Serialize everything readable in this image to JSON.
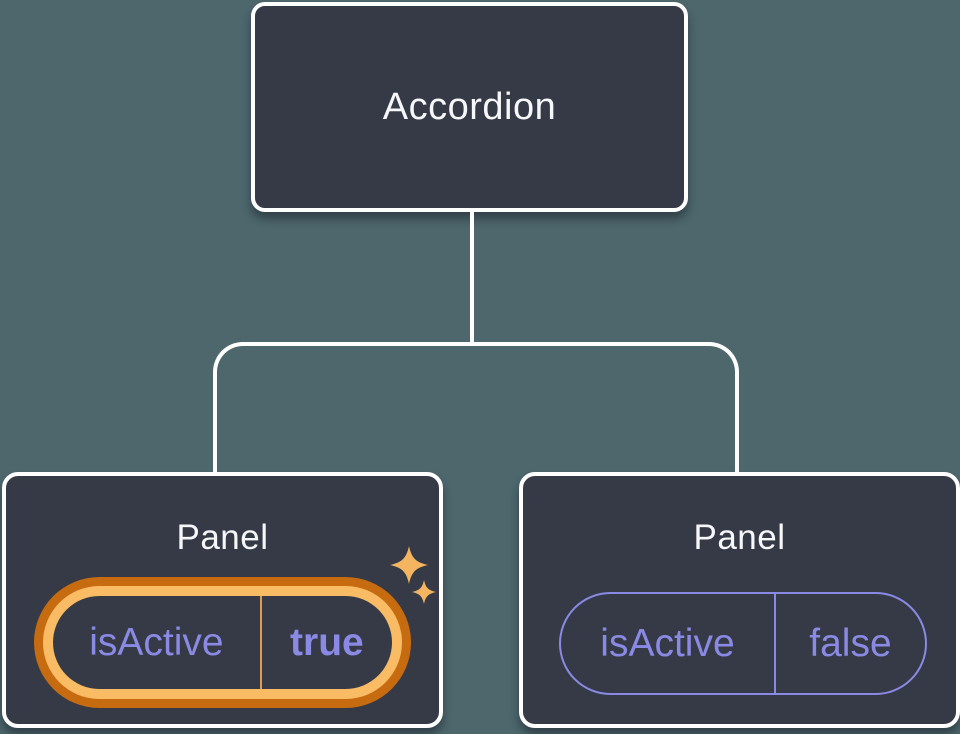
{
  "colors": {
    "background": "#4D676D",
    "node_fill": "#353A46",
    "node_border": "#FFFFFF",
    "label_text": "#F6F7F9",
    "prop_text": "#8A8AE4",
    "pill_border_inactive": "#8A8AE4",
    "highlight_ring_outer": "#C76B10",
    "highlight_ring_inner": "#F9BB63",
    "highlight_divider": "#DD9C4E",
    "sparkle": "#F5B45F"
  },
  "icons": {
    "sparkle_large": "sparkle-icon",
    "sparkle_small": "sparkle-icon"
  },
  "tree": {
    "root": {
      "label": "Accordion"
    },
    "children": [
      {
        "label": "Panel",
        "prop_name": "isActive",
        "prop_value": "true",
        "highlighted": true
      },
      {
        "label": "Panel",
        "prop_name": "isActive",
        "prop_value": "false",
        "highlighted": false
      }
    ]
  }
}
